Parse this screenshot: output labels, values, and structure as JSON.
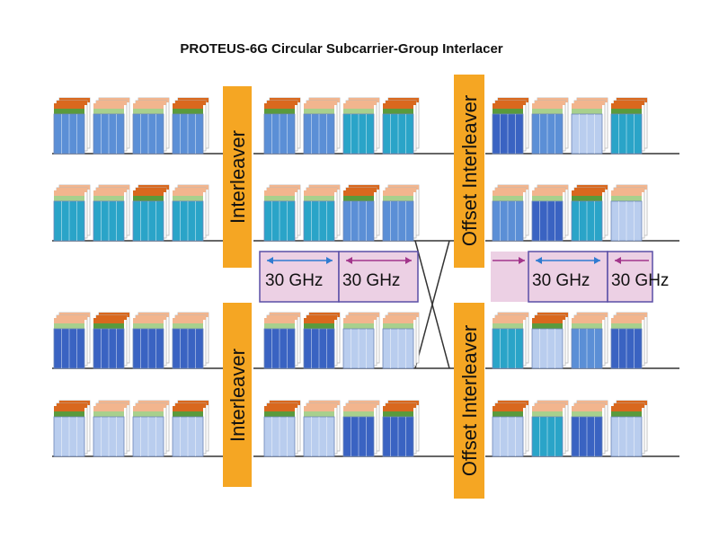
{
  "title": "PROTEUS-6G Circular Subcarrier-Group Interlacer",
  "labels": {
    "interleaver": "Interleaver",
    "offset_interleaver": "Offset Interleaver",
    "band_30ghz": "30 GHz"
  },
  "colors": {
    "bar_orange": "#f5a623",
    "header_orange": "#f2b58e",
    "header_orange_dark": "#d9681e",
    "header_green": "#a8d08d",
    "header_green_dark": "#5a9a3c",
    "blue_medium": "#5b8fd6",
    "blue_dark": "#3a63c2",
    "blue_light": "#b9cdee",
    "teal": "#2aa4c8",
    "band_fill": "#ecd0e4",
    "band_stroke": "#5a4fa6",
    "arrow_blue": "#2f7bd1",
    "arrow_magenta": "#a2358b",
    "line": "#333333"
  },
  "rows": [
    {
      "left": [
        "blue_medium",
        "blue_medium",
        "blue_medium",
        "blue_medium"
      ],
      "middle": [
        "blue_medium",
        "blue_medium",
        "teal",
        "teal"
      ],
      "right": [
        "blue_dark",
        "blue_medium",
        "blue_light",
        "teal"
      ]
    },
    {
      "left": [
        "teal",
        "teal",
        "teal",
        "teal"
      ],
      "middle": [
        "teal",
        "teal",
        "blue_medium",
        "blue_medium"
      ],
      "right": [
        "blue_medium",
        "blue_dark",
        "teal",
        "blue_light"
      ]
    },
    {
      "left": [
        "blue_dark",
        "blue_dark",
        "blue_dark",
        "blue_dark"
      ],
      "middle": [
        "blue_dark",
        "blue_dark",
        "blue_light",
        "blue_light"
      ],
      "right": [
        "teal",
        "blue_light",
        "blue_medium",
        "blue_dark"
      ]
    },
    {
      "left": [
        "blue_light",
        "blue_light",
        "blue_light",
        "blue_light"
      ],
      "middle": [
        "blue_light",
        "blue_light",
        "blue_dark",
        "blue_dark"
      ],
      "right": [
        "blue_light",
        "teal",
        "blue_dark",
        "blue_light"
      ]
    }
  ]
}
